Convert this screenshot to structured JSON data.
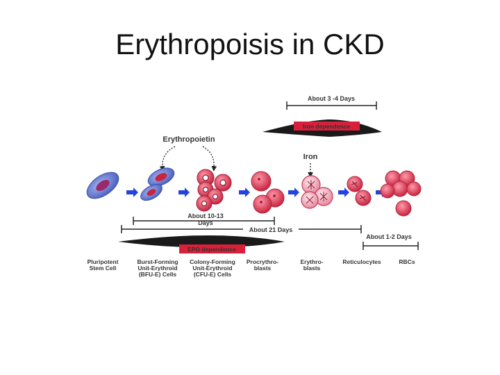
{
  "slide": {
    "title": "Erythropoisis in CKD"
  },
  "diagram": {
    "erythropoietin_label": "Erythropoietin",
    "iron_label": "Iron",
    "iron_dependence_label": "Iron dependence",
    "epo_dependence_label": "EPO dependence",
    "durations": {
      "iron_window": "About 3 -4 Days",
      "progenitor_line1": "About 10-13",
      "progenitor_line2": "Days",
      "total": "About 21 Days",
      "reticulocyte": "About 1-2 Days"
    },
    "stages": [
      {
        "line1": "Pluripotent",
        "line2": "Stem Cell",
        "line3": ""
      },
      {
        "line1": "Burst-Forming",
        "line2": "Unit-Erythroid",
        "line3": "(BFU-E) Cells"
      },
      {
        "line1": "Colony-Forming",
        "line2": "Unit-Erythroid",
        "line3": "(CFU-E) Cells"
      },
      {
        "line1": "Procrythro-",
        "line2": "blasts",
        "line3": ""
      },
      {
        "line1": "Erythro-",
        "line2": "blasts",
        "line3": ""
      },
      {
        "line1": "Reticulocytes",
        "line2": "",
        "line3": ""
      },
      {
        "line1": "RBCs",
        "line2": "",
        "line3": ""
      }
    ],
    "colors": {
      "stem_cell": "#6a7fd6",
      "stem_nucleus": "#9b2a6a",
      "red_cell": "#e0405f",
      "red_cell_light": "#f6a5b5",
      "arrow": "#2244dd",
      "banner": "#1a1a1a",
      "banner_label": "#d8203a"
    }
  }
}
